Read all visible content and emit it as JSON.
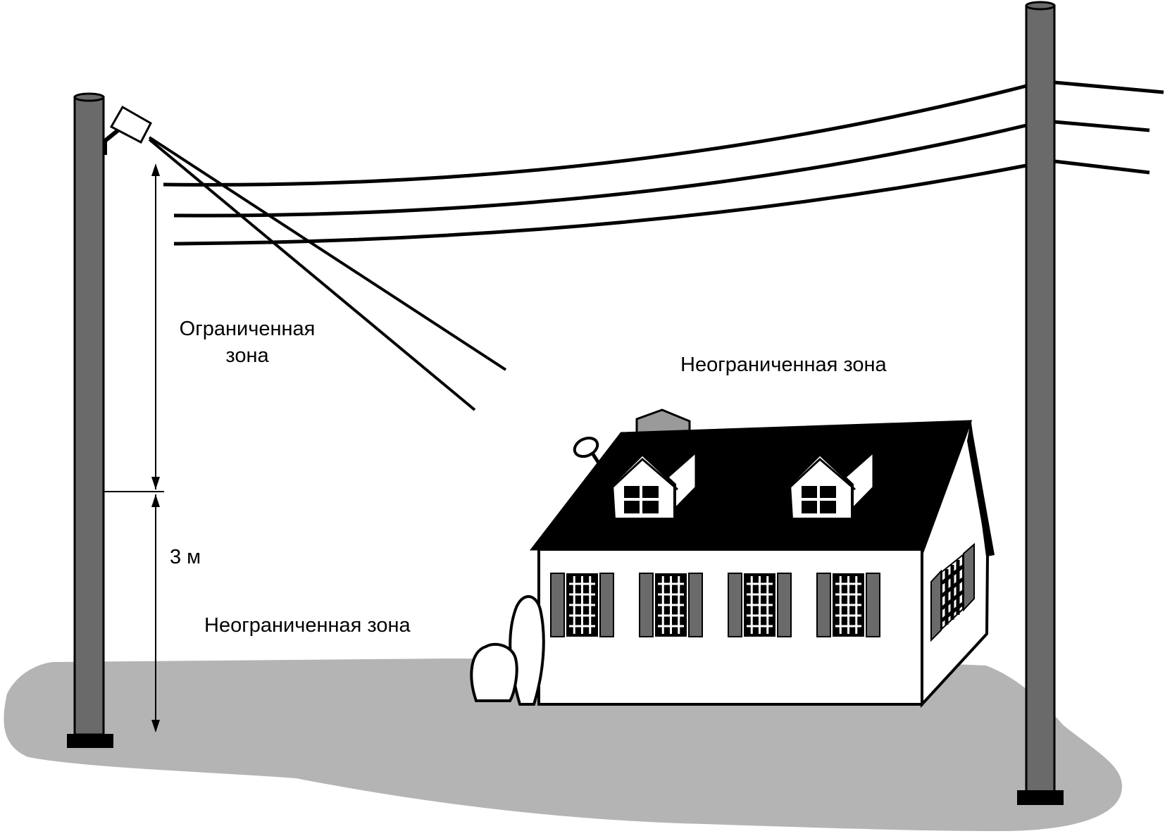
{
  "labels": {
    "restricted_zone_line1": "Ограниченная",
    "restricted_zone_line2": "зона",
    "height": "3 м",
    "unrestricted_zone_low": "Неограниченная зона",
    "unrestricted_zone_high": "Неограниченная зона"
  },
  "colors": {
    "ground": "#b4b4b4",
    "pole": "#6a6a6a",
    "roof": "#000000",
    "shutter": "#6a6a6a",
    "chimney": "#9a9a9a",
    "wall": "#ffffff",
    "line": "#000000"
  }
}
